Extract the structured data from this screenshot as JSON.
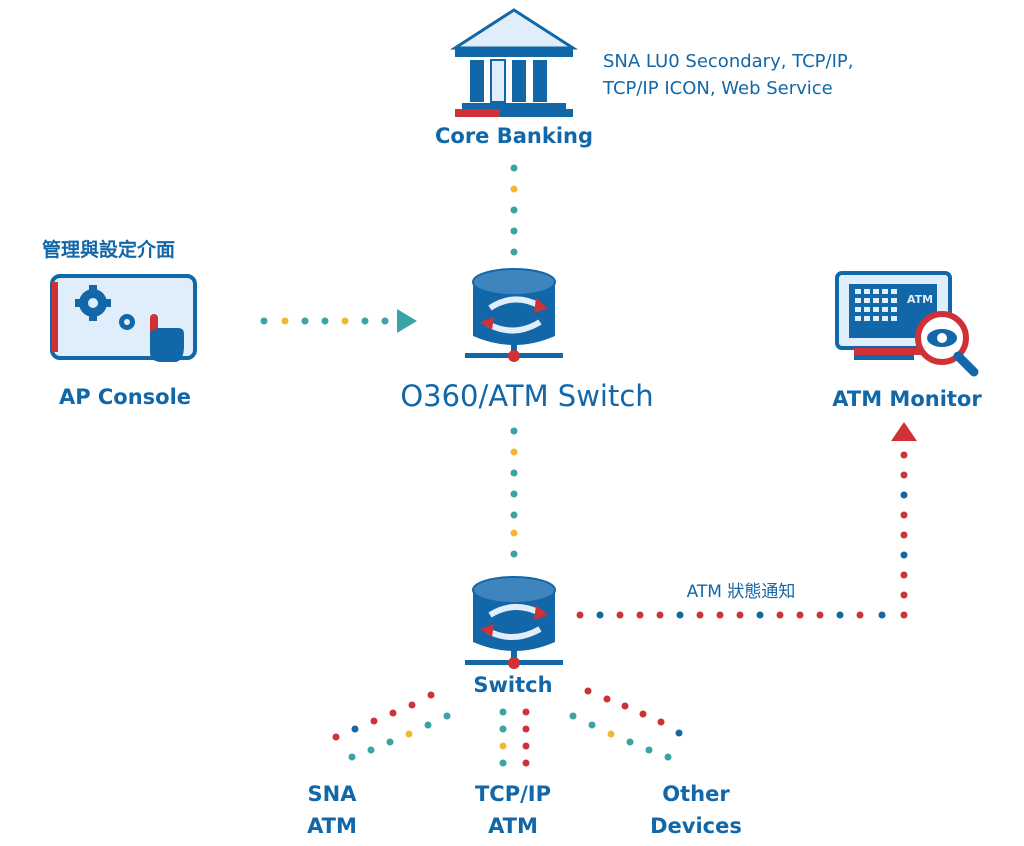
{
  "nodes": {
    "core_banking": {
      "label": "Core Banking"
    },
    "protocols": {
      "line1": "SNA LU0 Secondary, TCP/IP,",
      "line2": "TCP/IP ICON, Web Service"
    },
    "ap_console": {
      "label": "AP Console",
      "caption": "管理與設定介面"
    },
    "main_switch": {
      "label": "O360/ATM Switch"
    },
    "atm_monitor": {
      "label": "ATM Monitor",
      "screen_text": "ATM"
    },
    "switch": {
      "label": "Switch"
    },
    "status_notice": {
      "label": "ATM 狀態通知"
    },
    "sna_atm": {
      "line1": "SNA",
      "line2": "ATM"
    },
    "tcpip_atm": {
      "line1": "TCP/IP",
      "line2": "ATM"
    },
    "other_devices": {
      "line1": "Other",
      "line2": "Devices"
    }
  },
  "colors": {
    "blue": "#1267a8",
    "teal": "#3aa3a8",
    "gold": "#f1b82d",
    "red": "#cf3137",
    "light": "#dfeefa"
  }
}
